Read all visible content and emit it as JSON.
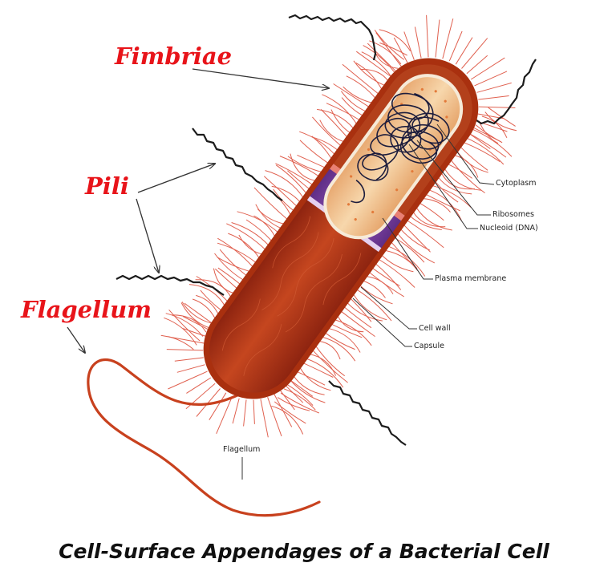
{
  "labels": {
    "fimbriae": "Fimbriae",
    "pili": "Pili",
    "flagellum_big": "Flagellum",
    "cytoplasm": "Cytoplasm",
    "ribosomes": "Ribosomes",
    "nucleoid": "Nucleoid (DNA)",
    "plasma_membrane": "Plasma membrane",
    "cell_wall": "Cell wall",
    "capsule": "Capsule",
    "flagellum_small": "Flagellum"
  },
  "caption": "Cell-Surface Appendages of a Bacterial Cell",
  "colors": {
    "red_label": "#e8141a",
    "capsule": "#b8391a",
    "cytoplasm": "#f2c89a",
    "membrane": "#7b3fa0",
    "fimbriae": "#e05a4a",
    "pili": "#222222",
    "dna": "#1a1a3a"
  }
}
